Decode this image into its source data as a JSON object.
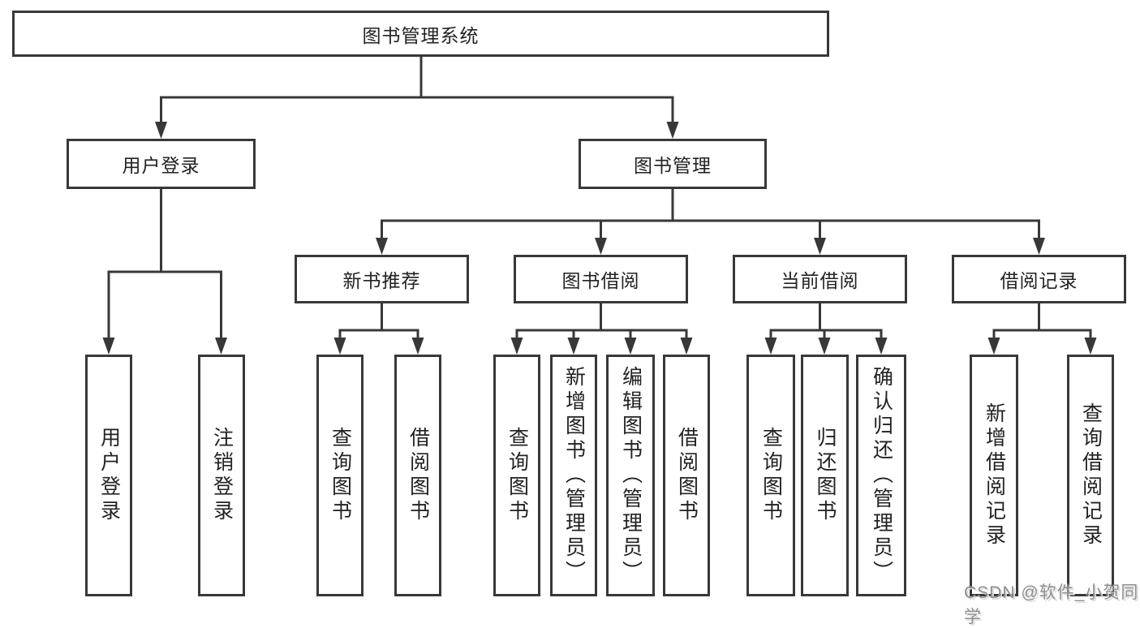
{
  "diagram": {
    "root": "图书管理系统",
    "branches": {
      "user_login": "用户登录",
      "book_management": "图书管理"
    },
    "book_management_children": {
      "new_book_recommend": "新书推荐",
      "book_borrowing": "图书借阅",
      "current_borrowing": "当前借阅",
      "borrowing_records": "借阅记录"
    },
    "leaves": {
      "user_login": "用户登录",
      "logout": "注销登录",
      "nb_query_books": "查询图书",
      "nb_borrow_books": "借阅图书",
      "bb_query_books": "查询图书",
      "bb_add_books_admin": "新增图书（管理员）",
      "bb_edit_books_admin": "编辑图书（管理员）",
      "bb_borrow_books": "借阅图书",
      "cb_query_books": "查询图书",
      "cb_return_books": "归还图书",
      "cb_confirm_return_admin": "确认归还（管理员）",
      "br_add_record": "新增借阅记录",
      "br_query_record": "查询借阅记录"
    },
    "watermark": "CSDN @软件_小贺同学",
    "colors": {
      "line": "#383838",
      "box_fill": "#ffffff",
      "text": "#222222",
      "watermark": "#8f8f8f"
    }
  }
}
